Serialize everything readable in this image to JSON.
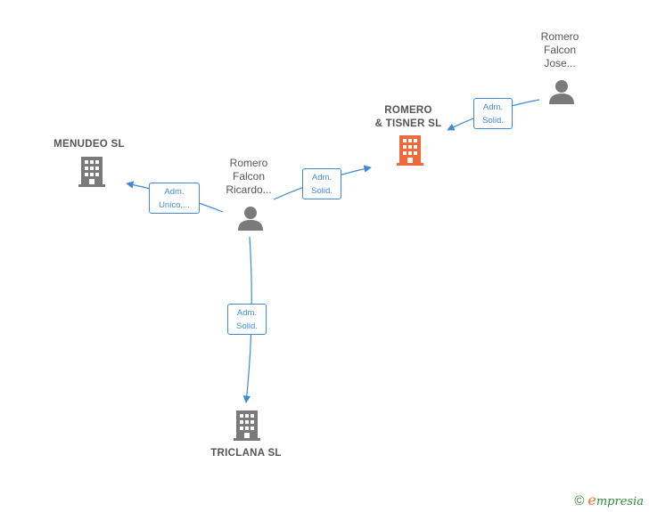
{
  "nodes": {
    "menudeo": {
      "label": "MENUDEO  SL",
      "icon": "building-icon",
      "color": "#7a7a7a"
    },
    "romero_tisner": {
      "label": "ROMERO\n& TISNER  SL",
      "icon": "building-icon",
      "color": "#ee6a3a"
    },
    "triclana": {
      "label": "TRICLANA  SL",
      "icon": "building-icon",
      "color": "#7a7a7a"
    },
    "romero_ricardo": {
      "label": "Romero\nFalcon\nRicardo...",
      "icon": "person-icon",
      "color": "#7a7a7a"
    },
    "romero_jose": {
      "label": "Romero\nFalcon\nJose...",
      "icon": "person-icon",
      "color": "#7a7a7a"
    }
  },
  "edges": [
    {
      "label": "Adm.\nUnico,..."
    },
    {
      "label": "Adm.\nSolid."
    },
    {
      "label": "Adm.\nSolid."
    },
    {
      "label": "Adm.\nSolid."
    }
  ],
  "colors": {
    "edge": "#3f8ad8"
  },
  "footer": {
    "copyright": "©",
    "brand_initial": "e",
    "brand_rest": "mpresia"
  }
}
